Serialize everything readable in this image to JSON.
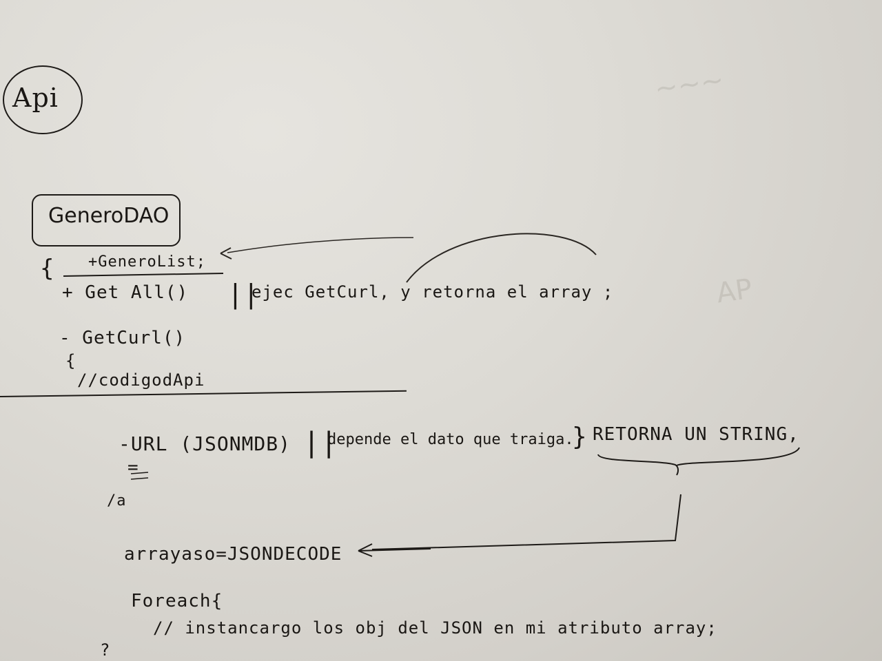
{
  "whiteboard": {
    "title_circle": "Api",
    "class_box": "GeneroDAO",
    "lines": {
      "brace_open": "{",
      "attr": "+GeneroList;",
      "get_all": "+ Get All()",
      "separator": "||",
      "get_all_comment": "ejec GetCurl, y retorna el array ;",
      "get_curl": "- GetCurl()",
      "brace_inner": "{",
      "codigo_api": "//codigodApi",
      "url": "-URL (JSONMDB)",
      "url_comment": "depende el dato que traiga.",
      "brace_right": "}",
      "retorna_string": "RETORNA UN STRING,",
      "equals": "=",
      "slash_a": "/a",
      "arrayaso": "arrayaso=JSONDECODE",
      "foreach": "Foreach{",
      "foreach_comment": "// instancargo los obj del JSON en mi atributo array;",
      "closing": "?"
    }
  }
}
